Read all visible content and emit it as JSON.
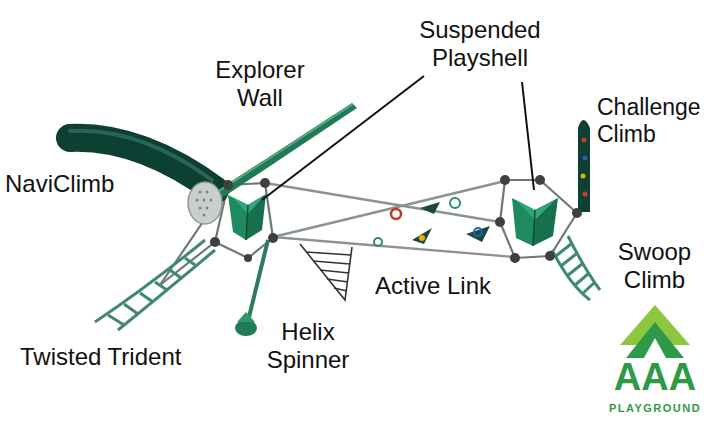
{
  "diagram": {
    "labels": [
      "Explorer Wall",
      "Suspended Playshell",
      "Challenge Climb",
      "NaviClimb",
      "Active Link",
      "Swoop Climb",
      "Twisted Trident",
      "Helix Spinner",
      "AAA",
      "PLAYGROUND"
    ]
  }
}
